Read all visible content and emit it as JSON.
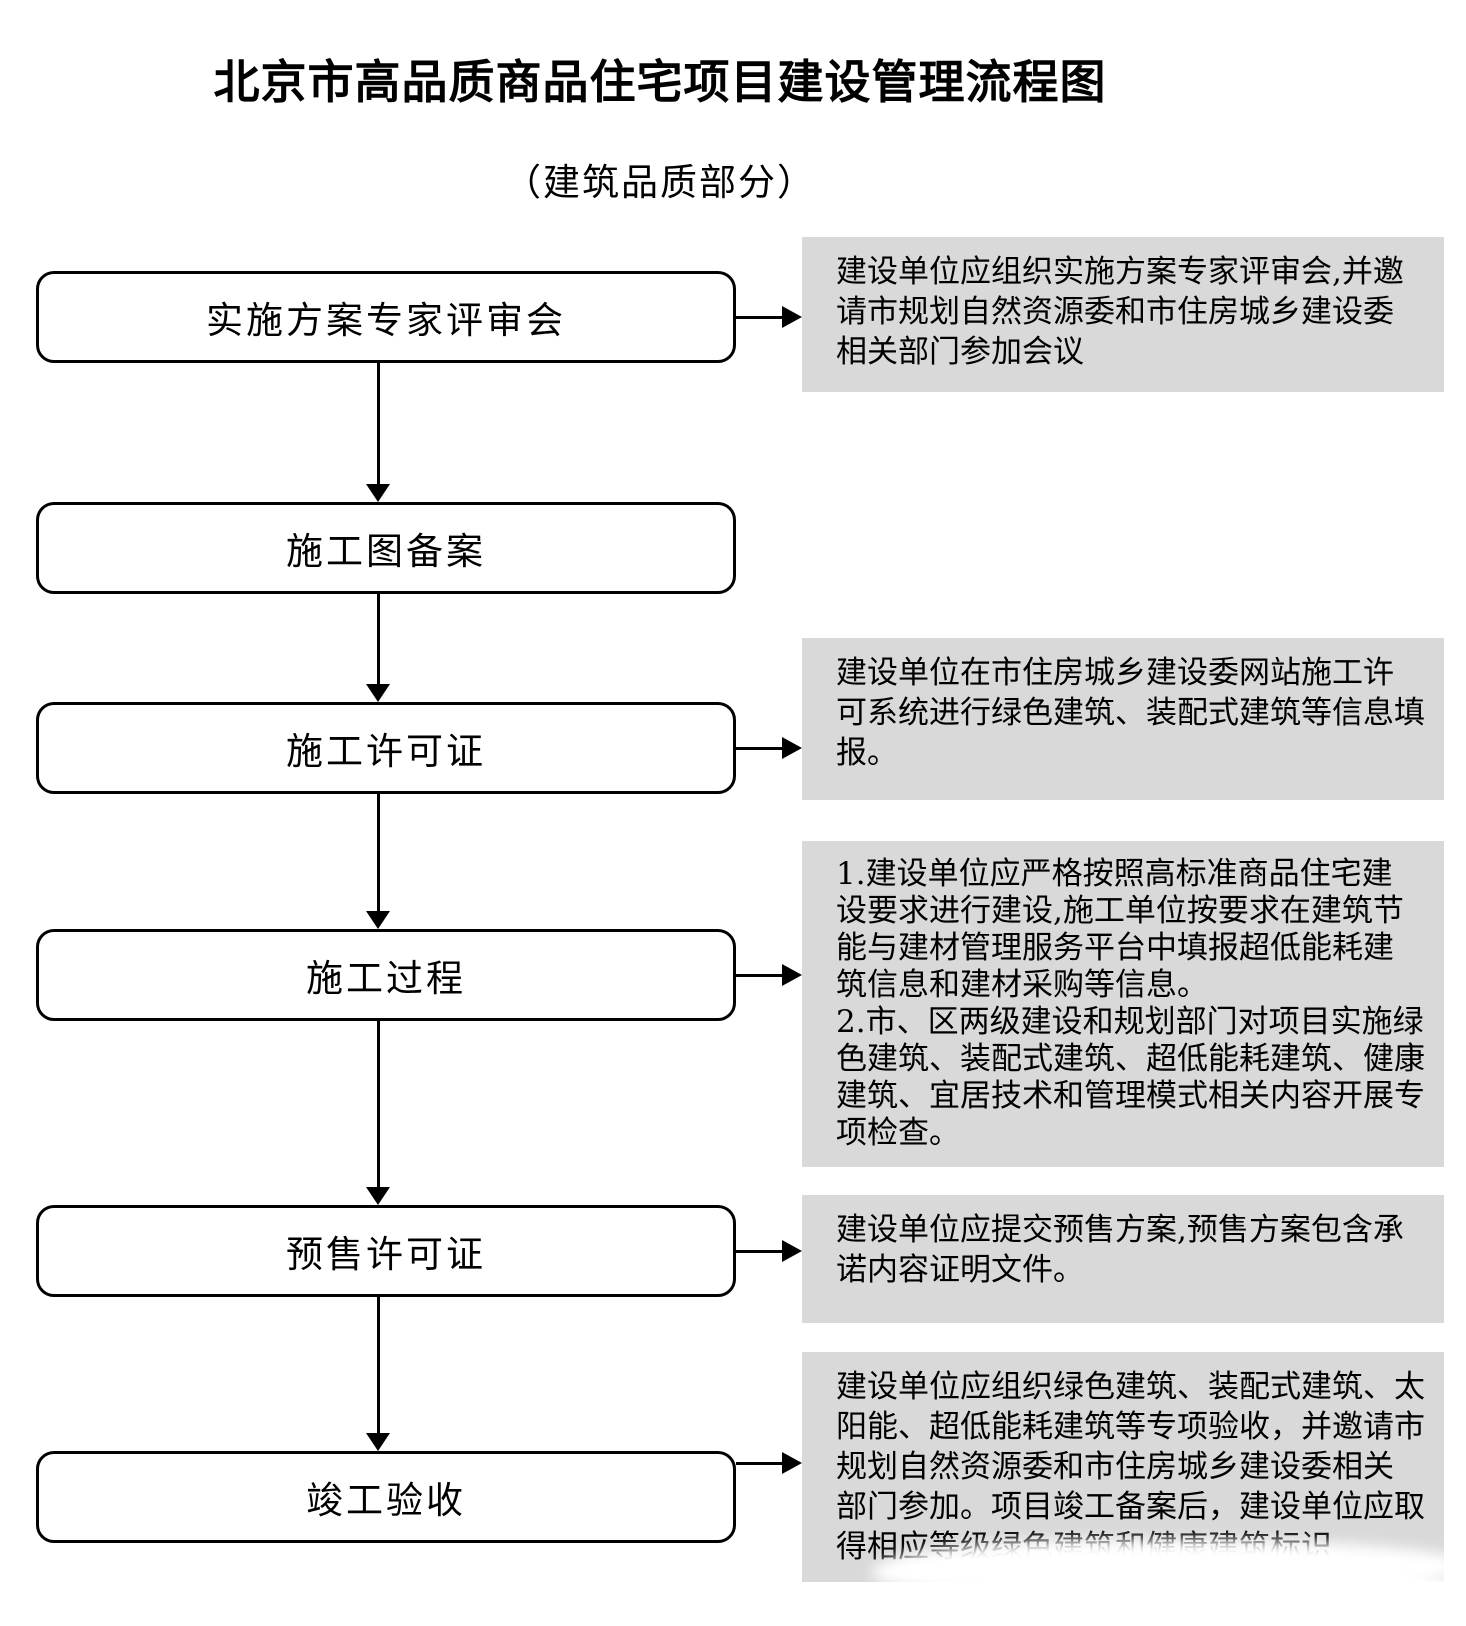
{
  "title": "北京市高品质商品住宅项目建设管理流程图",
  "subtitle": "（建筑品质部分）",
  "colors": {
    "background": "#ffffff",
    "annotation_bg": "#d9d9d9",
    "line_color": "#000000"
  },
  "flow": {
    "steps": [
      {
        "label": "实施方案专家评审会",
        "annotation": "建设单位应组织实施方案专家评审会,并邀\n请市规划自然资源委和市住房城乡建设委\n相关部门参加会议"
      },
      {
        "label": "施工图备案",
        "annotation": ""
      },
      {
        "label": "施工许可证",
        "annotation": "建设单位在市住房城乡建设委网站施工许\n可系统进行绿色建筑、装配式建筑等信息填\n报。"
      },
      {
        "label": "施工过程",
        "annotation": "1.建设单位应严格按照高标准商品住宅建\n设要求进行建设,施工单位按要求在建筑节\n能与建材管理服务平台中填报超低能耗建\n筑信息和建材采购等信息。\n2.市、区两级建设和规划部门对项目实施绿\n色建筑、装配式建筑、超低能耗建筑、健康\n建筑、宜居技术和管理模式相关内容开展专\n项检查。"
      },
      {
        "label": "预售许可证",
        "annotation": "建设单位应提交预售方案,预售方案包含承\n诺内容证明文件。"
      },
      {
        "label": "竣工验收",
        "annotation": "建设单位应组织绿色建筑、装配式建筑、太\n阳能、超低能耗建筑等专项验收，并邀请市\n规划自然资源委和市住房城乡建设委相关\n部门参加。项目竣工备案后，建设单位应取\n得相应等级绿色建筑和健康建筑标识"
      }
    ]
  }
}
